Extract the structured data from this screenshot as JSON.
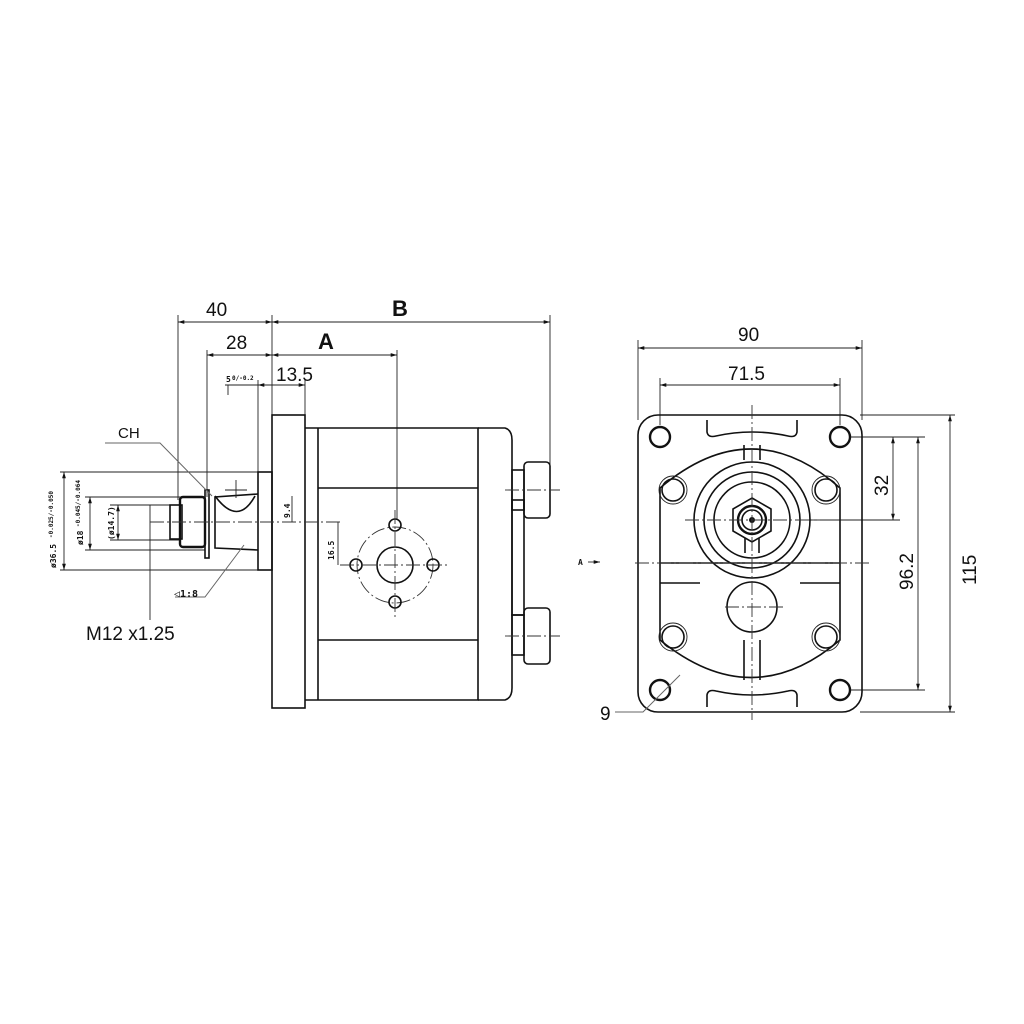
{
  "title": "Hydraulic gear pump dimension drawing",
  "side_view": {
    "dim_40": "40",
    "dim_B": "B",
    "dim_28": "28",
    "dim_A": "A",
    "dim_13_5": "13.5",
    "dim_5": "5",
    "dim_5_tol": "0/-0.2",
    "label_CH": "CH",
    "dim_d36_5": "ø36.5",
    "dim_d36_5_tol": "-0.025/-0.050",
    "dim_d18": "ø18",
    "dim_d18_tol": "-0.045/-0.064",
    "dim_d14_7": "(ø14.7)",
    "dim_9_4": "9.4",
    "dim_16_5": "16.5",
    "taper": "◁1:8",
    "thread": "M12 x1.25"
  },
  "front_view": {
    "dim_90": "90",
    "dim_71_5": "71.5",
    "dim_32": "32",
    "dim_96_2": "96.2",
    "dim_115": "115",
    "dim_9": "9",
    "view_mark": "A"
  }
}
